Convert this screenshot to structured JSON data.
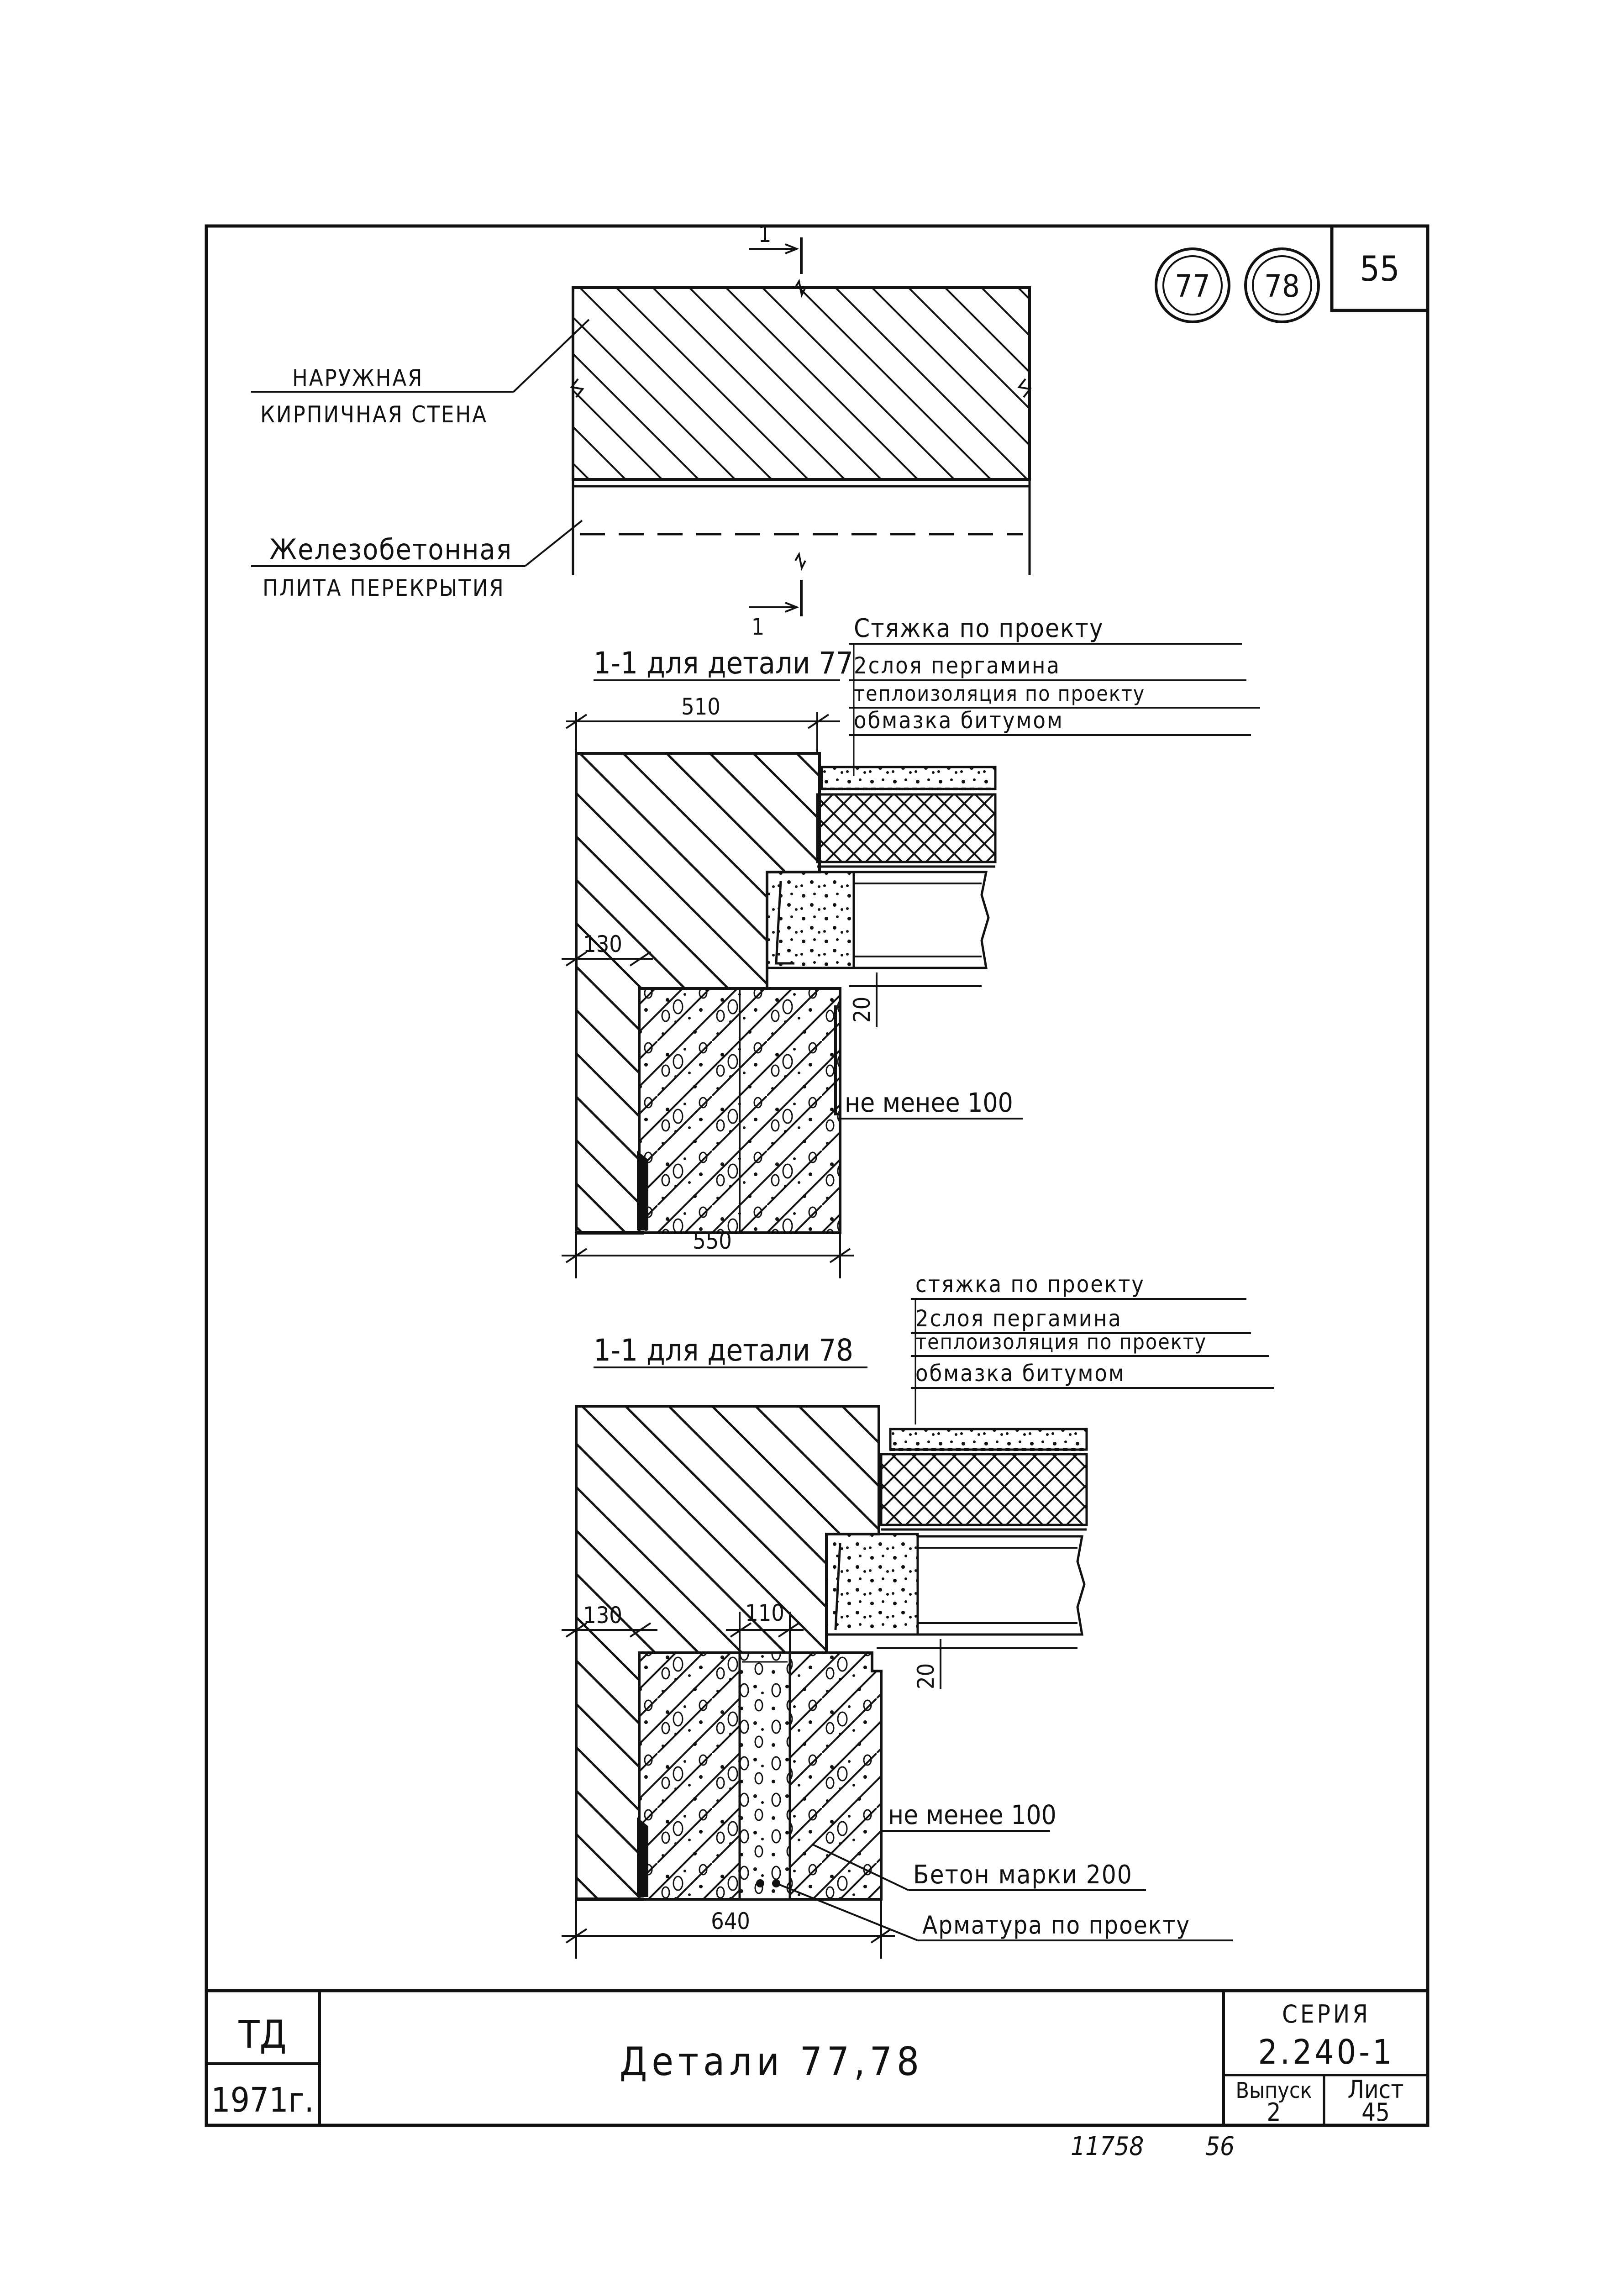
{
  "sheet_number": "55",
  "detail_markers": [
    "77",
    "78"
  ],
  "section_mark": "1",
  "plan": {
    "wall_label_1": "НАРУЖНАЯ",
    "wall_label_2": "КИРПИЧНАЯ СТЕНА",
    "slab_label_1": "Железобетонная",
    "slab_label_2": "ПЛИТА ПЕРЕКРЫТИЯ"
  },
  "detail77": {
    "title": "1-1 для детали 77",
    "layers": [
      "Стяжка по проекту",
      "2слоя пергамина",
      "теплоизоляция по проекту",
      "обмазка битумом"
    ],
    "dim_top": "510",
    "dim_offset": "130",
    "dim_bottom": "550",
    "dim_gap": "20",
    "note_min": "не менее 100"
  },
  "detail78": {
    "title": "1-1 для детали 78",
    "layers": [
      "стяжка по проекту",
      "2слоя пергамина",
      "теплоизоляция по проекту",
      "обмазка битумом"
    ],
    "dim_offset": "130",
    "dim_inner": "110",
    "dim_bottom": "640",
    "dim_gap": "20",
    "note_min": "не менее 100",
    "note_concrete": "Бетон марки 200",
    "note_rebar": "Арматура по проекту"
  },
  "title_block": {
    "org": "ТД",
    "year": "1971г.",
    "title": "Детали 77,78",
    "series_label": "СЕРИЯ",
    "series_value": "2.240-1",
    "issue_label": "Выпуск",
    "issue_value": "2",
    "sheet_label": "Лист",
    "sheet_value": "45"
  },
  "footer": {
    "code": "11758",
    "page": "56"
  }
}
